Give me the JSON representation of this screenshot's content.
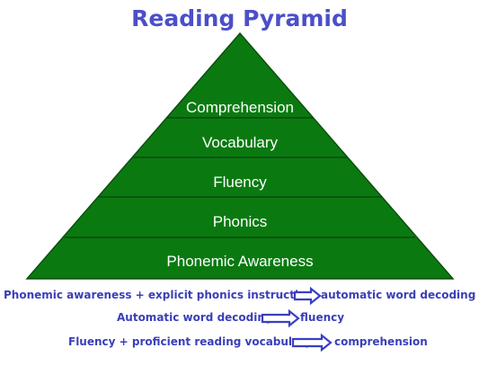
{
  "title": "Reading Pyramid",
  "colors": {
    "pyramid_fill": "#0a7a10",
    "pyramid_stroke": "#0b4f10",
    "divider": "#0c3f12",
    "title": "#4b4fc9",
    "caption_text": "#3a3fb8",
    "arrow": "#3a3fc0"
  },
  "layers": [
    "Comprehension",
    "Vocabulary",
    "Fluency",
    "Phonics",
    "Phonemic Awareness"
  ],
  "relations": [
    {
      "from": "Phonemic awareness + explicit phonics instruction",
      "to": "automatic word decoding",
      "arrow_icon": "right-arrow-icon"
    },
    {
      "from": "Automatic word decoding",
      "to": "fluency",
      "arrow_icon": "right-arrow-icon"
    },
    {
      "from": "Fluency + proficient reading vocabulary",
      "to": "comprehension",
      "arrow_icon": "right-arrow-icon"
    }
  ]
}
